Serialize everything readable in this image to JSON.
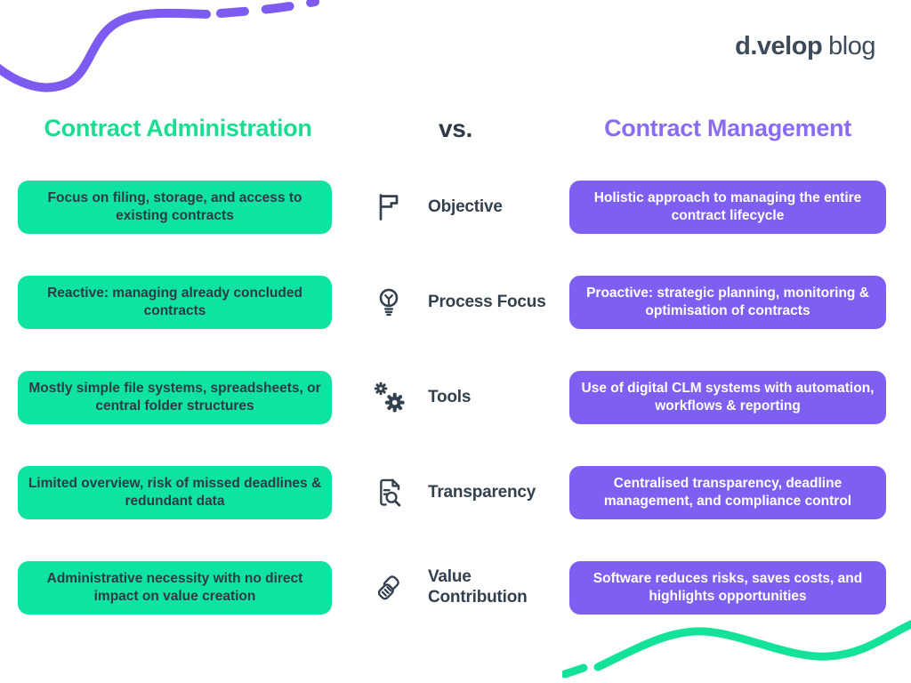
{
  "logo": {
    "brand": "d.velop",
    "suffix": "blog"
  },
  "header": {
    "left": "Contract Administration",
    "middle": "vs.",
    "right": "Contract Management"
  },
  "colors": {
    "green_box": "#0ee3a2",
    "green_heading": "#1bdd92",
    "green_squiggle": "#12e398",
    "purple_box": "#7e5ff2",
    "purple_heading": "#8a6cf4",
    "purple_squiggle": "#7d5bf0",
    "dark_text": "#2e3b47"
  },
  "rows": [
    {
      "label": "Objective",
      "icon": "flag-icon",
      "left": "Focus on filing, storage, and access to existing contracts",
      "right": "Holistic approach to managing the entire contract lifecycle"
    },
    {
      "label": "Process Focus",
      "icon": "lightbulb-icon",
      "left": "Reactive: managing already concluded contracts",
      "right": "Proactive: strategic planning, monitoring & optimisation of contracts"
    },
    {
      "label": "Tools",
      "icon": "gears-icon",
      "left": "Mostly simple file systems, spreadsheets, or central folder structures",
      "right": "Use of digital CLM systems with automation, workflows & reporting"
    },
    {
      "label": "Transparency",
      "icon": "document-search-icon",
      "left": "Limited overview, risk of missed deadlines & redundant data",
      "right": "Centralised transparency, deadline management, and compliance control"
    },
    {
      "label": "Value Contribution",
      "icon": "handshake-icon",
      "left": "Administrative necessity with no direct impact on value creation",
      "right": "Software reduces risks, saves costs, and highlights opportunities"
    }
  ]
}
